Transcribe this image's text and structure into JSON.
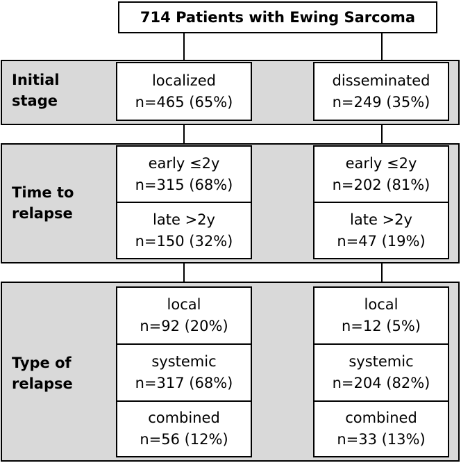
{
  "title": "714 Patients with Ewing Sarcoma",
  "initial_stage": {
    "label": [
      "Initial",
      "stage"
    ],
    "left": [
      "localized",
      "n=465 (65%)"
    ],
    "right": [
      "disseminated",
      "n=249 (35%)"
    ]
  },
  "time_to_relapse": {
    "label": [
      "Time to",
      "relapse"
    ],
    "left": [
      [
        "early ≤2y",
        "n=315 (68%)"
      ],
      [
        "late >2y",
        "n=150 (32%)"
      ]
    ],
    "right": [
      [
        "early ≤2y",
        "n=202 (81%)"
      ],
      [
        "late >2y",
        "n=47 (19%)"
      ]
    ]
  },
  "type_of_relapse": {
    "label": [
      "Type of",
      "relapse"
    ],
    "left": [
      [
        "local",
        "n=92 (20%)"
      ],
      [
        "systemic",
        "n=317 (68%)"
      ],
      [
        "combined",
        "n=56 (12%)"
      ]
    ],
    "right": [
      [
        "local",
        "n=12 (5%)"
      ],
      [
        "systemic",
        "n=204 (82%)"
      ],
      [
        "combined",
        "n=33 (13%)"
      ]
    ]
  }
}
